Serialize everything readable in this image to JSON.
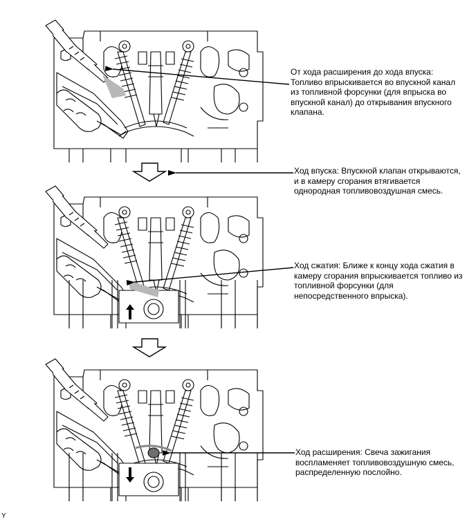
{
  "captions": {
    "exhaust_to_intake": "От хода расширения до хода впуска:\nТопливо впрыскивается во впускной канал из топливной форсунки (для впрыска во впускной канал) до открывания впускного клапана.",
    "intake_stroke": "Ход впуска: Впускной клапан открываются, и в камеру сгорания втягивается однородная топливовоздушная смесь.",
    "compression_stroke": "Ход сжатия: Ближе к концу хода сжатия в камеру сгорания впрыскивается топливо из топливной форсунки (для непосредственного впрыска).",
    "expansion_stroke": "Ход расширения: Свеча зажигания воспламеняет топливовоздушную смесь, распределенную послойно."
  },
  "figure_id": "Y",
  "colors": {
    "line": "#000000",
    "fill": "#ffffff",
    "spray": "#b8b8b8",
    "spray_dark": "#6e6e6e"
  },
  "icons": [
    "flow-down-arrow-icon",
    "piston-up-arrow-icon",
    "piston-down-arrow-icon",
    "callout-arrow-icon"
  ]
}
